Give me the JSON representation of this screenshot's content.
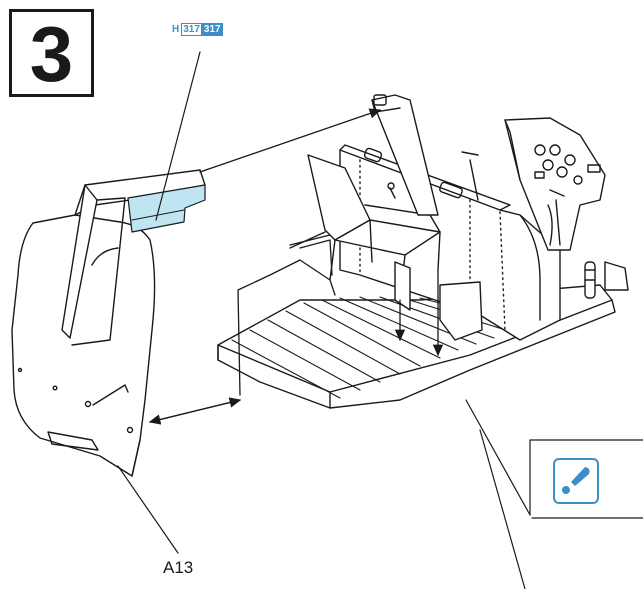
{
  "step": {
    "number": "3"
  },
  "paint_ref": {
    "prefix": "H",
    "code_outline": "317",
    "code_filled": "317",
    "color": "#3a8fc8"
  },
  "part": {
    "label": "A13"
  },
  "icon": {
    "name": "paint-brush-icon",
    "color": "#3a8fc8"
  },
  "highlight_color": "#bfe4f2",
  "line_color": "#1a1a1a"
}
